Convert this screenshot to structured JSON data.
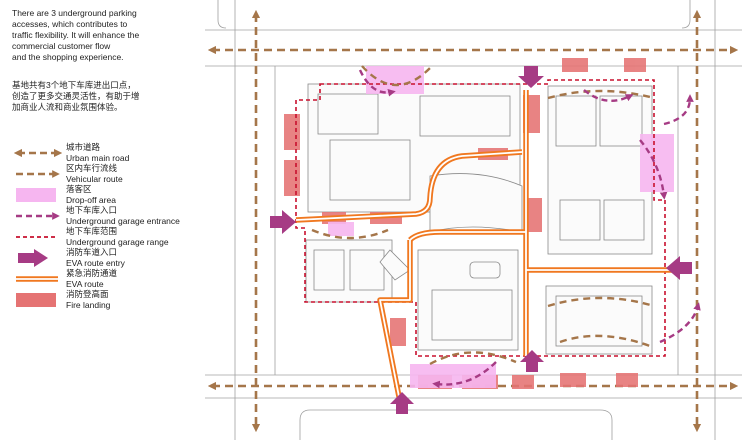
{
  "intro": {
    "english_lines": [
      "There are 3 underground parking",
      "accesses, which contributes to",
      "traffic flexibility. It will enhance the",
      "commercial customer flow",
      "and the shopping experience."
    ],
    "chinese_lines": [
      "基地共有3个地下车库进出口点，",
      "创造了更多交通灵活性，有助于增",
      "加商业人流和商业氛围体验。"
    ]
  },
  "legend": [
    {
      "key": "urban_main_road",
      "cn": "城市道路",
      "en": "Urban main road",
      "color": "#a5764a"
    },
    {
      "key": "vehicular_route",
      "cn": "区内车行流线",
      "en": "Vehicular route",
      "color": "#a5764a"
    },
    {
      "key": "drop_off_area",
      "cn": "落客区",
      "en": "Drop-off area",
      "color": "#f6b6f0"
    },
    {
      "key": "underground_garage_entrance",
      "cn": "地下车库入口",
      "en": "Underground garage entrance",
      "color": "#a63b84"
    },
    {
      "key": "underground_garage_range",
      "cn": "地下车库范围",
      "en": "Underground garage range",
      "color": "#c8102e"
    },
    {
      "key": "eva_route_entry",
      "cn": "消防车道入口",
      "en": "EVA route entry",
      "color": "#a63b84"
    },
    {
      "key": "eva_route",
      "cn": "紧急消防通道",
      "en": "EVA route",
      "color": "#f07820"
    },
    {
      "key": "fire_landing",
      "cn": "消防登高面",
      "en": "Fire landing",
      "color": "#e57373"
    }
  ],
  "colors": {
    "road_brown": "#a5764a",
    "drop_off_pink": "#f6b6f0",
    "garage_magenta": "#a63b84",
    "garage_range_red": "#c8102e",
    "eva_orange": "#f07820",
    "fire_landing_red": "#e57373",
    "building_grey": "#8a8a8a"
  }
}
